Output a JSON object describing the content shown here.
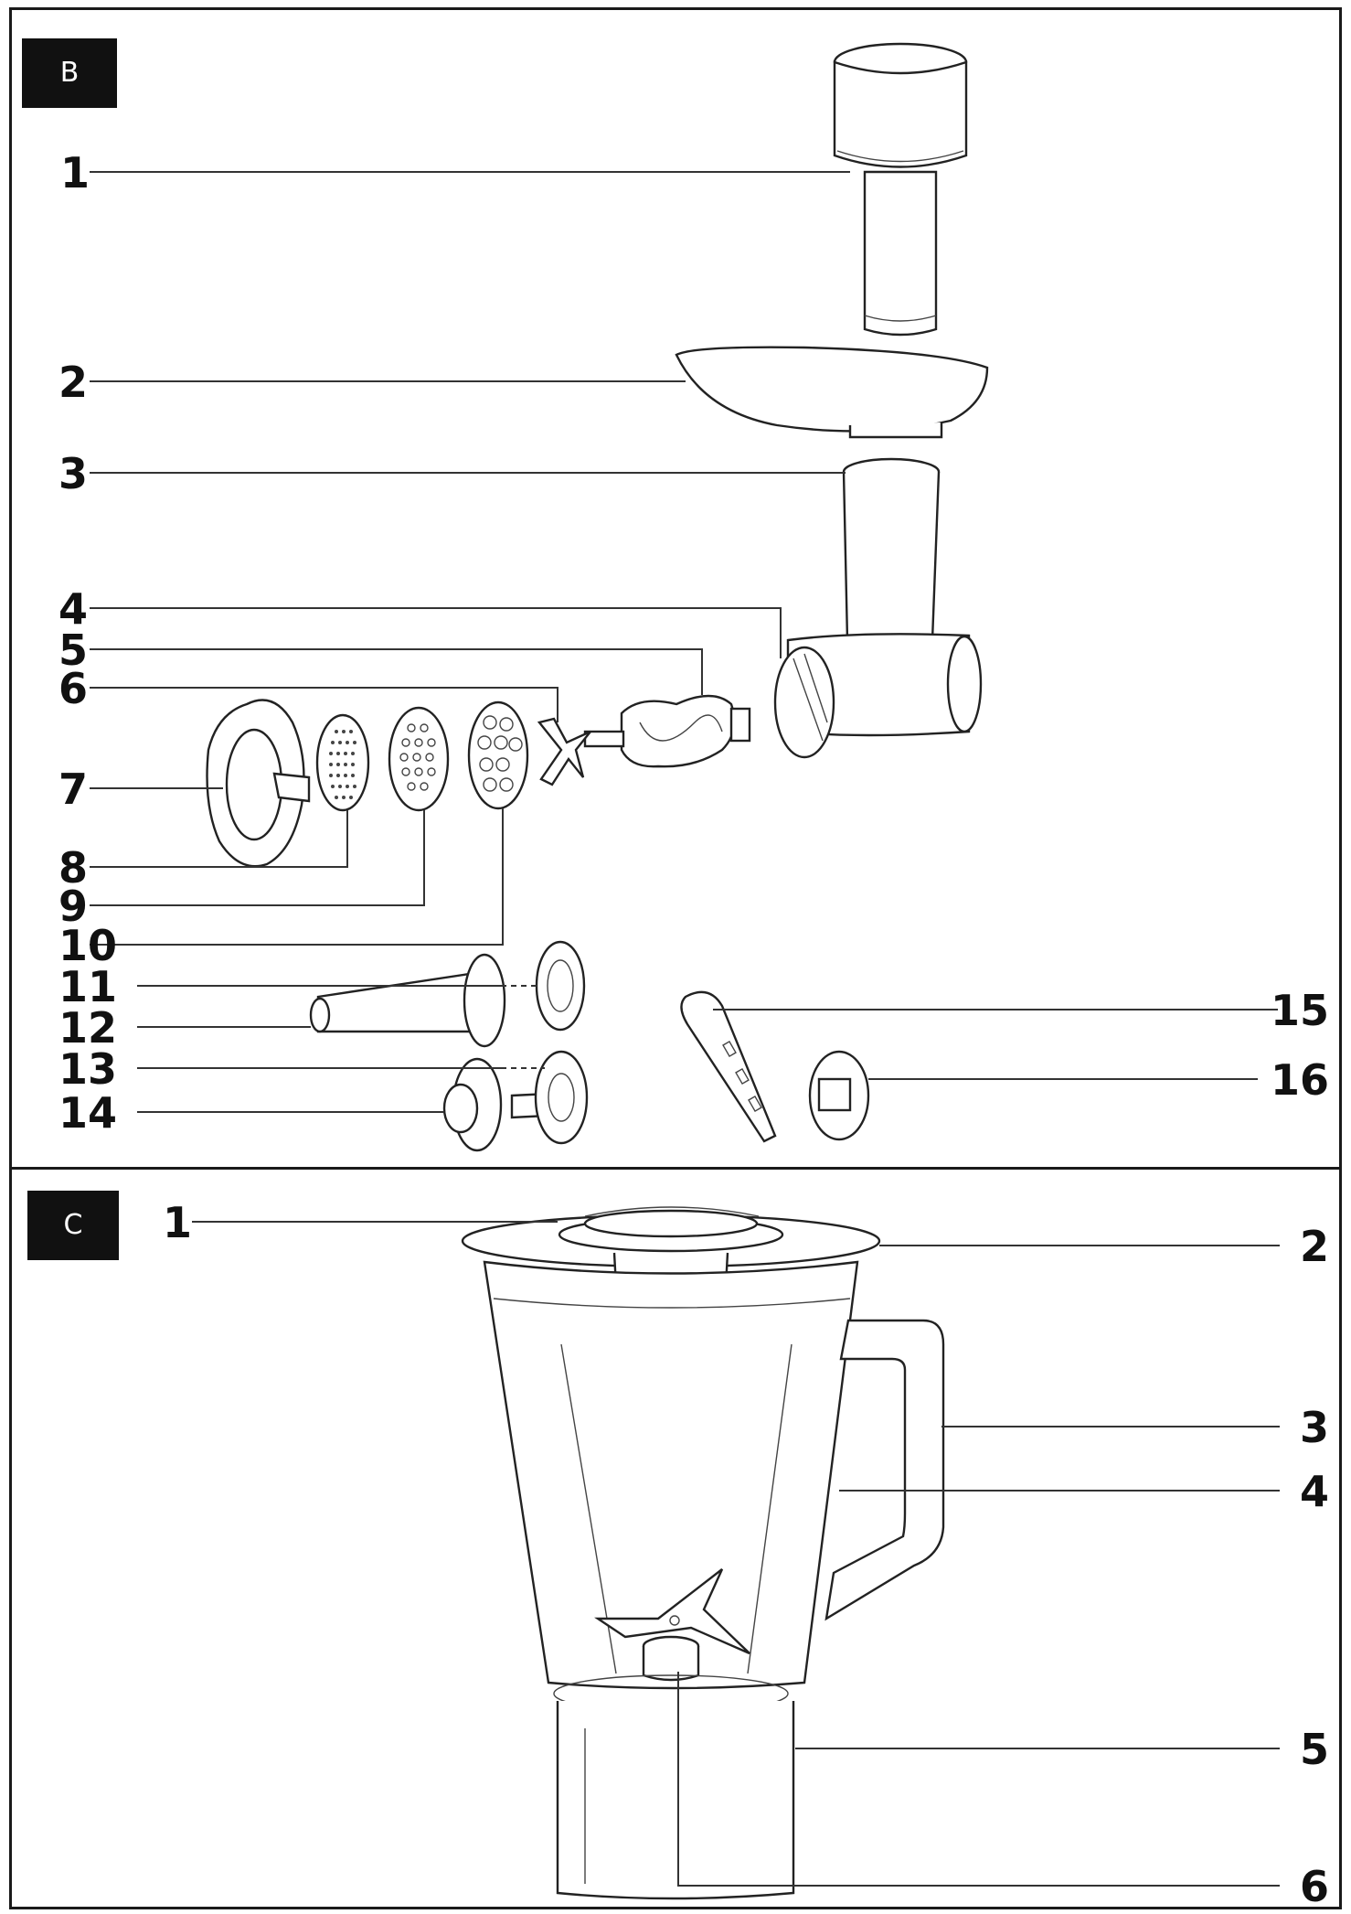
{
  "panels": [
    {
      "badge": "B",
      "labels": [
        "1",
        "2",
        "3",
        "4",
        "5",
        "6",
        "7",
        "8",
        "9",
        "10",
        "11",
        "12",
        "13",
        "14",
        "15",
        "16"
      ]
    },
    {
      "badge": "C",
      "labels": [
        "1",
        "2",
        "3",
        "4",
        "5",
        "6"
      ]
    }
  ]
}
